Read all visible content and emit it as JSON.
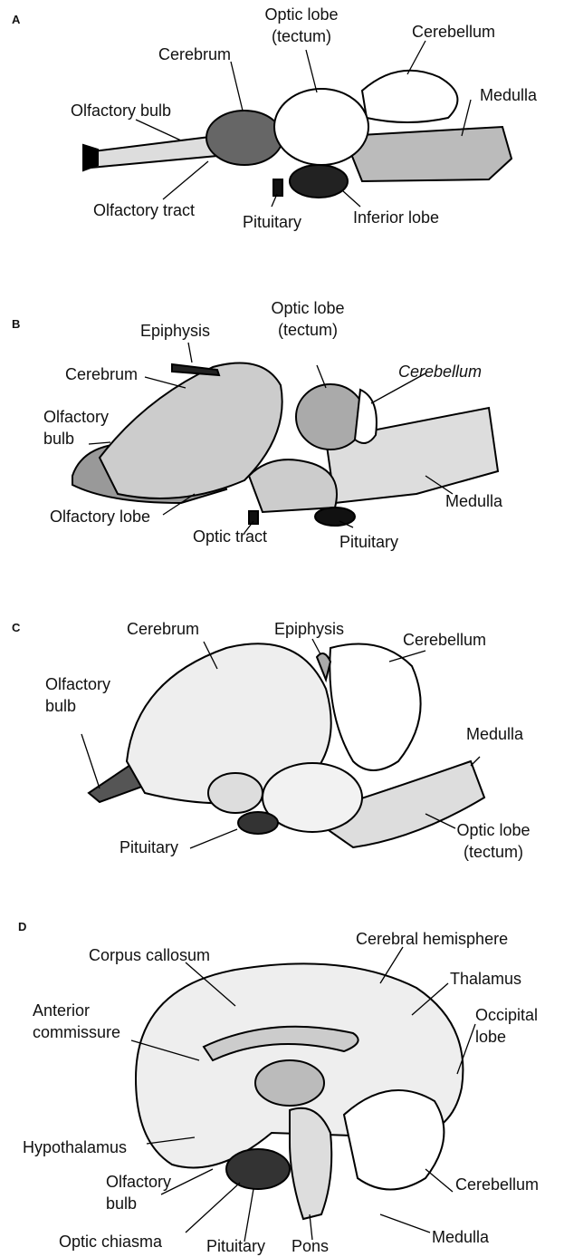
{
  "panels": {
    "a": {
      "letter": "A",
      "labels": {
        "optic_lobe_1": "Optic lobe",
        "optic_lobe_2": "(tectum)",
        "cerebellum": "Cerebellum",
        "cerebrum": "Cerebrum",
        "medulla": "Medulla",
        "olfactory_bulb": "Olfactory bulb",
        "olfactory_tract": "Olfactory tract",
        "pituitary": "Pituitary",
        "inferior_lobe": "Inferior lobe"
      }
    },
    "b": {
      "letter": "B",
      "labels": {
        "optic_lobe_1": "Optic lobe",
        "optic_lobe_2": "(tectum)",
        "epiphysis": "Epiphysis",
        "cerebrum": "Cerebrum",
        "cerebellum": "Cerebellum",
        "olfactory_bulb_1": "Olfactory",
        "olfactory_bulb_2": "bulb",
        "olfactory_lobe": "Olfactory lobe",
        "optic_tract": "Optic tract",
        "pituitary": "Pituitary",
        "medulla": "Medulla"
      }
    },
    "c": {
      "letter": "C",
      "labels": {
        "cerebrum": "Cerebrum",
        "epiphysis": "Epiphysis",
        "cerebellum": "Cerebellum",
        "olfactory_bulb_1": "Olfactory",
        "olfactory_bulb_2": "bulb",
        "medulla": "Medulla",
        "pituitary": "Pituitary",
        "optic_lobe_1": "Optic lobe",
        "optic_lobe_2": "(tectum)"
      }
    },
    "d": {
      "letter": "D",
      "labels": {
        "corpus_callosum": "Corpus callosum",
        "cerebral_hemisphere": "Cerebral hemisphere",
        "thalamus": "Thalamus",
        "anterior_commissure_1": "Anterior",
        "anterior_commissure_2": "commissure",
        "occipital_lobe_1": "Occipital",
        "occipital_lobe_2": "lobe",
        "hypothalamus": "Hypothalamus",
        "olfactory_bulb_1": "Olfactory",
        "olfactory_bulb_2": "bulb",
        "cerebellum": "Cerebellum",
        "optic_chiasma": "Optic chiasma",
        "pituitary": "Pituitary",
        "pons": "Pons",
        "medulla": "Medulla"
      }
    }
  }
}
